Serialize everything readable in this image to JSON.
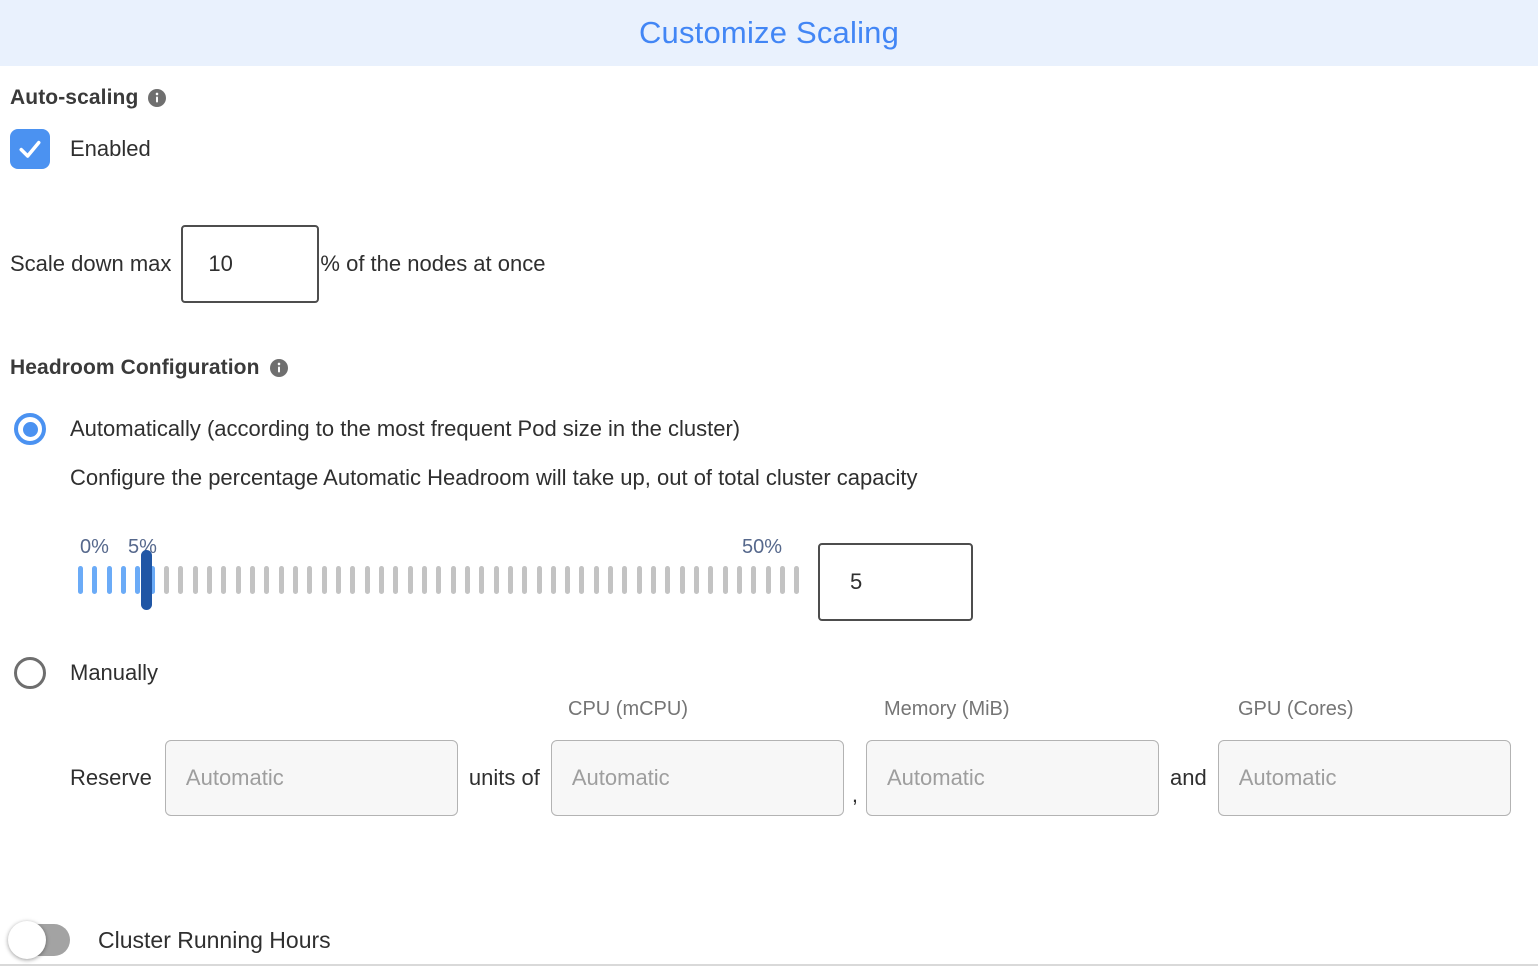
{
  "header": {
    "title": "Customize Scaling",
    "background_color": "#e9f1fd",
    "title_color": "#4286f5"
  },
  "auto_scaling": {
    "label": "Auto-scaling",
    "checkbox_label": "Enabled",
    "checked": true
  },
  "scale_down": {
    "label": "Scale down max",
    "value": "10",
    "suffix": "% of the nodes at once"
  },
  "headroom": {
    "label": "Headroom Configuration",
    "automatic_option": {
      "label": "Automatically (according to the most frequent Pod size in the cluster)",
      "selected": true,
      "description": "Configure the percentage Automatic Headroom will take up, out of total cluster capacity"
    },
    "slider": {
      "min_label": "0%",
      "handle_label": "5%",
      "max_label": "50%",
      "value": "5",
      "tick_count": 51,
      "active_tick_count": 6,
      "handle_index": 5,
      "active_color": "#6babf7",
      "inactive_color": "#c3c3c3",
      "handle_color": "#2056a5"
    },
    "manual_option": {
      "label": "Manually",
      "selected": false
    },
    "manual_row": {
      "reserve_label": "Reserve",
      "units_of_label": "units of",
      "separator_comma": ",",
      "separator_and": "and",
      "placeholder": "Automatic",
      "columns": [
        {
          "label": "CPU (mCPU)"
        },
        {
          "label": "Memory (MiB)"
        },
        {
          "label": "GPU (Cores)"
        }
      ]
    }
  },
  "cluster_running_hours": {
    "label": "Cluster Running Hours",
    "enabled": false
  }
}
